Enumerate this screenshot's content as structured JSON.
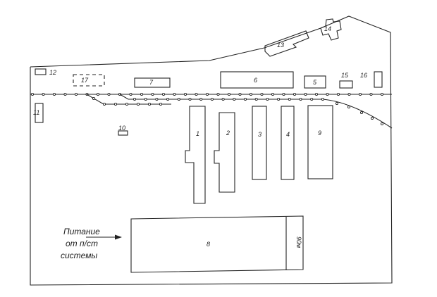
{
  "buildings": {
    "b1": "1",
    "b2": "2",
    "b3": "3",
    "b4": "4",
    "b5": "5",
    "b6": "6",
    "b7": "7",
    "b8": "8",
    "b9": "9",
    "b10": "10",
    "b11": "11",
    "b12": "12",
    "b13": "13",
    "b14": "14",
    "b15": "15",
    "b16": "16",
    "b17": "17"
  },
  "dimension": "90м",
  "power_label": {
    "line1": "Питание",
    "line2": "от п/ст",
    "line3": "системы"
  }
}
